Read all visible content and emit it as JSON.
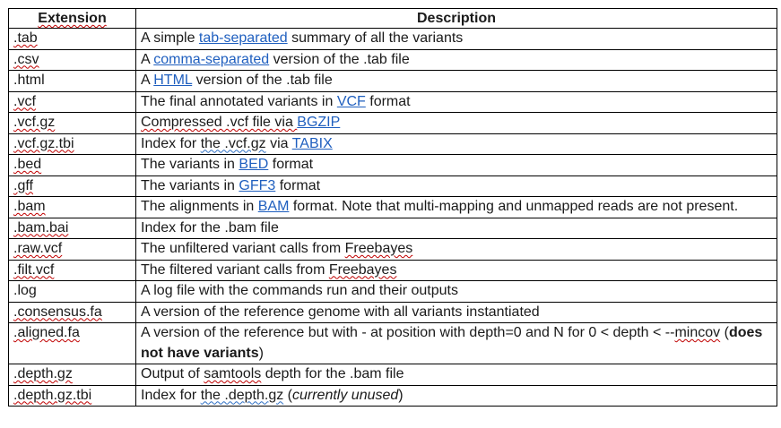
{
  "header": {
    "extension": "Extension",
    "description": "Description"
  },
  "rows": [
    {
      "ext": ".tab",
      "ext_sq": true,
      "desc": [
        {
          "t": "A simple "
        },
        {
          "t": "tab-separated",
          "link": true
        },
        {
          "t": " summary of all the variants"
        }
      ]
    },
    {
      "ext": ".csv",
      "ext_sq": true,
      "desc": [
        {
          "t": "A "
        },
        {
          "t": "comma-separated",
          "link": true
        },
        {
          "t": " version of the .tab file"
        }
      ]
    },
    {
      "ext": ".html",
      "ext_sq": false,
      "desc": [
        {
          "t": "A "
        },
        {
          "t": "HTML",
          "link": true
        },
        {
          "t": " version of the .tab file"
        }
      ]
    },
    {
      "ext": ".vcf",
      "ext_sq": true,
      "desc": [
        {
          "t": "The final annotated variants in "
        },
        {
          "t": "VCF",
          "link": true
        },
        {
          "t": " format"
        }
      ]
    },
    {
      "ext": ".vcf.gz",
      "ext_sq": true,
      "desc": [
        {
          "t": "Compressed .vcf file via ",
          "sq": true
        },
        {
          "t": "BGZIP",
          "link": true
        }
      ]
    },
    {
      "ext": ".vcf.gz.tbi",
      "ext_sq": true,
      "desc": [
        {
          "t": "Index for "
        },
        {
          "t": "the .vcf.gz",
          "sqb": true
        },
        {
          "t": " via "
        },
        {
          "t": "TABIX",
          "link": true
        }
      ]
    },
    {
      "ext": ".bed",
      "ext_sq": true,
      "desc": [
        {
          "t": "The variants in "
        },
        {
          "t": "BED",
          "link": true
        },
        {
          "t": " format"
        }
      ]
    },
    {
      "ext": ".gff",
      "ext_sq": true,
      "desc": [
        {
          "t": "The variants in "
        },
        {
          "t": "GFF3",
          "link": true
        },
        {
          "t": " format"
        }
      ]
    },
    {
      "ext": ".bam",
      "ext_sq": true,
      "desc": [
        {
          "t": "The alignments in "
        },
        {
          "t": "BAM",
          "link": true
        },
        {
          "t": " format. Note that multi-mapping and unmapped reads are not present."
        }
      ]
    },
    {
      "ext": ".bam.bai",
      "ext_sq": true,
      "desc": [
        {
          "t": "Index for the .bam file"
        }
      ]
    },
    {
      "ext": ".raw.vcf",
      "ext_sq": true,
      "desc": [
        {
          "t": "The unfiltered variant calls from "
        },
        {
          "t": "Freebayes",
          "sq": true
        }
      ]
    },
    {
      "ext": ".filt.vcf",
      "ext_sq": true,
      "desc": [
        {
          "t": "The filtered variant calls from "
        },
        {
          "t": "Freebayes",
          "sq": true
        }
      ]
    },
    {
      "ext": ".log",
      "ext_sq": false,
      "desc": [
        {
          "t": "A log file with the commands run and their outputs"
        }
      ]
    },
    {
      "ext": ".consensus.fa",
      "ext_sq": true,
      "desc": [
        {
          "t": "A version of the reference genome with all variants instantiated"
        }
      ]
    },
    {
      "ext": ".aligned.fa",
      "ext_sq": true,
      "desc": [
        {
          "t": "A version of the reference but with - at position with depth=0 and N for 0 < depth < --"
        },
        {
          "t": "mincov",
          "sq": true
        },
        {
          "t": " ("
        },
        {
          "t": "does not have variants",
          "bold": true
        },
        {
          "t": ")"
        }
      ]
    },
    {
      "ext": ".depth.gz",
      "ext_sq": true,
      "desc": [
        {
          "t": "Output of "
        },
        {
          "t": "samtools",
          "sq": true
        },
        {
          "t": " depth for the .bam file"
        }
      ]
    },
    {
      "ext": ".depth.gz.tbi",
      "ext_sq": true,
      "desc": [
        {
          "t": "Index for "
        },
        {
          "t": "the .depth.gz",
          "sqb": true
        },
        {
          "t": " ("
        },
        {
          "t": "currently unused",
          "ital": true
        },
        {
          "t": ")"
        }
      ]
    }
  ]
}
